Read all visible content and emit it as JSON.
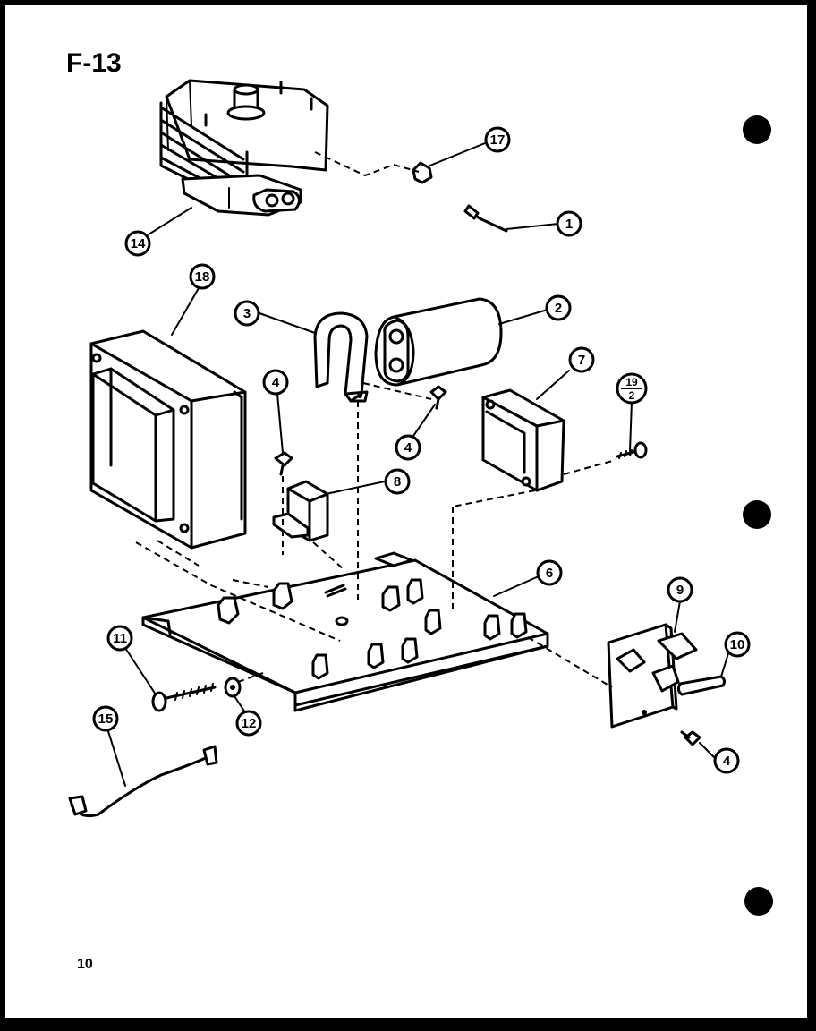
{
  "figure": {
    "title": "F-13",
    "page_number": "10"
  },
  "callouts": [
    {
      "id": "c17",
      "label": "17"
    },
    {
      "id": "c1",
      "label": "1"
    },
    {
      "id": "c14",
      "label": "14"
    },
    {
      "id": "c18",
      "label": "18"
    },
    {
      "id": "c3",
      "label": "3"
    },
    {
      "id": "c2",
      "label": "2"
    },
    {
      "id": "c7",
      "label": "7"
    },
    {
      "id": "c19",
      "label": "19",
      "sub": "2"
    },
    {
      "id": "c4a",
      "label": "4"
    },
    {
      "id": "c4b",
      "label": "4"
    },
    {
      "id": "c8",
      "label": "8"
    },
    {
      "id": "c6",
      "label": "6"
    },
    {
      "id": "c9",
      "label": "9"
    },
    {
      "id": "c10",
      "label": "10"
    },
    {
      "id": "c11",
      "label": "11"
    },
    {
      "id": "c12",
      "label": "12"
    },
    {
      "id": "c15",
      "label": "15"
    },
    {
      "id": "c4c",
      "label": "4"
    }
  ]
}
